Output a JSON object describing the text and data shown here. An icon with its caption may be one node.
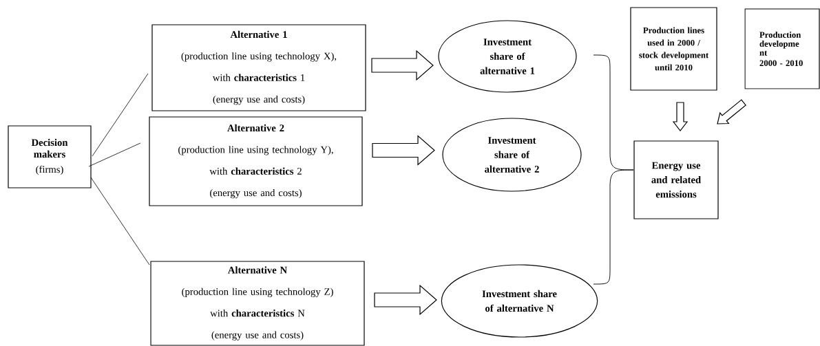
{
  "diagram": {
    "nodes": [
      {
        "text": [
          "Decision makers",
          "(firms)"
        ]
      },
      {
        "text": [
          "Alternative 1",
          "(production line using technology X),",
          "with **characteristics**  1",
          "(energy use and  costs)"
        ]
      },
      {
        "text": [
          "Alternative 2",
          "(production line using technology Y),",
          "with **characteristics**  2",
          "(energy use and  costs)"
        ]
      },
      {
        "text": [
          "Alternative N",
          "(production line using technology Z)",
          "with **characteristics**  N",
          "(energy use and  costs)"
        ]
      },
      {
        "text": [
          "Investment share of alternative 1"
        ]
      },
      {
        "text": [
          "Investment share of alternative 2"
        ]
      },
      {
        "text": [
          "Investment share of alternative N"
        ]
      },
      {
        "text": [
          "Production lines used in 2000 / stock development until 2010"
        ]
      },
      {
        "text": [
          "Production developme nt",
          "2000 - 2010"
        ]
      },
      {
        "text": [
          "Energy use and related emissions"
        ]
      }
    ],
    "edges": [
      {
        "from": 0,
        "to": 1,
        "arrow": "none"
      },
      {
        "from": 0,
        "to": 2,
        "arrow": "none"
      },
      {
        "from": 0,
        "to": 3,
        "arrow": "none"
      },
      {
        "from": 1,
        "to": 4,
        "arrow": "to"
      },
      {
        "from": 2,
        "to": 5,
        "arrow": "to"
      },
      {
        "from": 3,
        "to": 6,
        "arrow": "to"
      },
      {
        "from": 4,
        "to": 9,
        "arrow": "none"
      },
      {
        "from": 6,
        "to": 9,
        "arrow": "none"
      },
      {
        "from": 7,
        "to": 9,
        "arrow": "to"
      },
      {
        "from": 8,
        "to": 9,
        "arrow": "to"
      }
    ]
  }
}
